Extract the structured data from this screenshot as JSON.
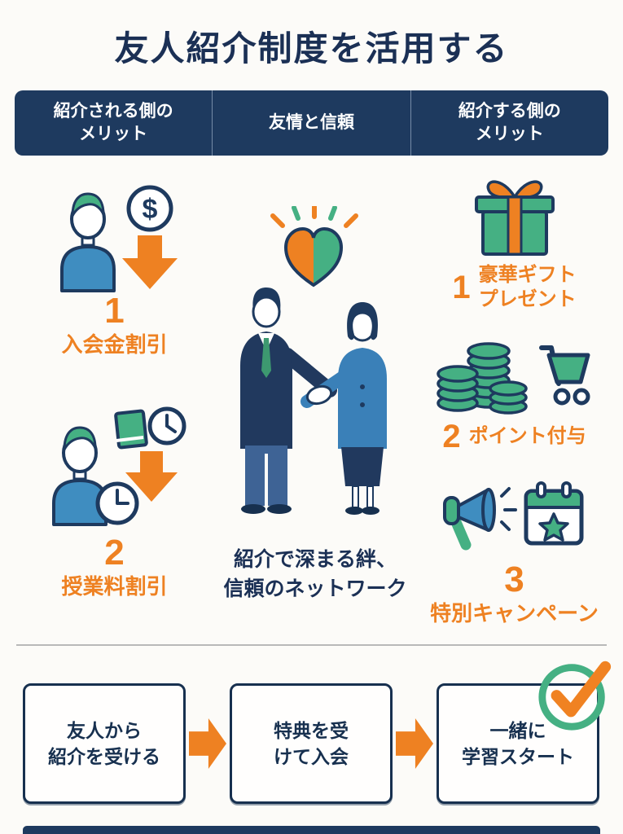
{
  "page": {
    "title": "友人紹介制度を活用する",
    "colors": {
      "background": "#fcfbf8",
      "navy": "#1e3a5f",
      "orange": "#ee8122",
      "green": "#45b083",
      "blue": "#3f8dc0",
      "text_navy": "#1b3055"
    }
  },
  "header_bar": {
    "left": "紹介される側の\nメリット",
    "center": "友情と信頼",
    "right": "紹介する側の\nメリット"
  },
  "left_column": {
    "items": [
      {
        "number": "1",
        "label": "入会金割引",
        "icon": "person-dollar-discount-icon"
      },
      {
        "number": "2",
        "label": "授業料割引",
        "icon": "person-time-discount-icon"
      }
    ]
  },
  "center": {
    "illustration": "handshake-with-heart",
    "caption": "紹介で深まる絆、\n信頼のネットワーク"
  },
  "right_column": {
    "items": [
      {
        "number": "1",
        "label": "豪華ギフト\nプレゼント",
        "icon": "gift-icon"
      },
      {
        "number": "2",
        "label": "ポイント付与",
        "icon": "coins-and-cart-icon"
      },
      {
        "number": "3",
        "label": "特別キャンペーン",
        "icon": "megaphone-calendar-icon"
      }
    ]
  },
  "flow": {
    "steps": [
      {
        "label": "友人から\n紹介を受ける"
      },
      {
        "label": "特典を受\nけて入会"
      },
      {
        "label": "一緒に\n学習スタート"
      }
    ]
  },
  "icons": {
    "dollar_symbol": "$"
  }
}
